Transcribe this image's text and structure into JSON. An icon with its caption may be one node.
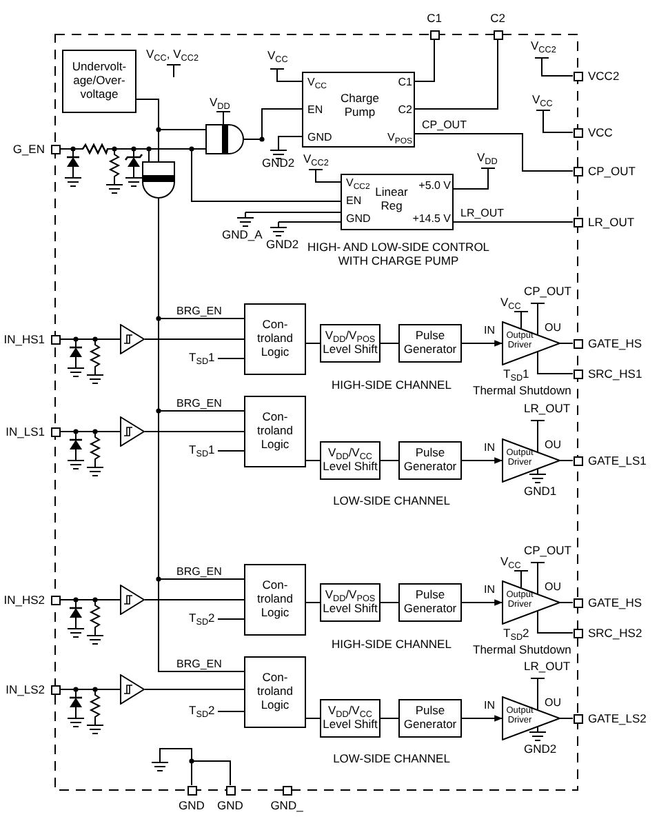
{
  "diagram": {
    "nodes": [
      {
        "text": [
          "Undervolt- age/Over- voltage"
        ]
      },
      {
        "text": [
          "Charge Pump",
          "V$_{CC}$",
          "EN",
          "GND",
          "C1",
          "C2",
          "V$_{POS}$"
        ]
      },
      {
        "text": [
          "Linear Reg",
          "V$_{CC2}$",
          "EN",
          "GND",
          "+5.0 V",
          "+14.5 V"
        ]
      },
      {
        "text": [],
        "shape": "gate"
      },
      {
        "text": [],
        "shape": "gate"
      },
      {
        "text": [
          "G_EN"
        ]
      },
      {
        "text": [
          "C1"
        ]
      },
      {
        "text": [
          "C2"
        ]
      },
      {
        "text": [
          "VCC2"
        ]
      },
      {
        "text": [
          "VCC"
        ]
      },
      {
        "text": [
          "CP_OUT"
        ]
      },
      {
        "text": [
          "LR_OUT"
        ]
      },
      {
        "text": [
          "IN_HS1"
        ]
      },
      {
        "text": [],
        "shape": "triangle"
      },
      {
        "text": [
          "Con- troland Logic"
        ]
      },
      {
        "text": [
          "V$_{DD}$/V$_{POS}$ Level Shift"
        ]
      },
      {
        "text": [
          "Pulse Generator"
        ]
      },
      {
        "text": [
          "Output Driver",
          "IN",
          "OU"
        ]
      },
      {
        "text": [
          "GATE_HS"
        ]
      },
      {
        "text": [
          "SRC_HS1"
        ]
      },
      {
        "text": [
          "IN_LS1"
        ]
      },
      {
        "text": [],
        "shape": "triangle"
      },
      {
        "text": [
          "Con- troland Logic"
        ]
      },
      {
        "text": [
          "V$_{DD}$/V$_{CC}$ Level Shift"
        ]
      },
      {
        "text": [
          "Pulse Generator"
        ]
      },
      {
        "text": [
          "Output Driver",
          "IN",
          "OU"
        ]
      },
      {
        "text": [
          "GATE_LS1"
        ]
      },
      {
        "text": [
          "IN_HS2"
        ]
      },
      {
        "text": [],
        "shape": "triangle"
      },
      {
        "text": [
          "Con- troland Logic"
        ]
      },
      {
        "text": [
          "V$_{DD}$/V$_{POS}$ Level Shift"
        ]
      },
      {
        "text": [
          "Pulse Generator"
        ]
      },
      {
        "text": [
          "Output Driver",
          "IN",
          "OU"
        ]
      },
      {
        "text": [
          "GATE_HS"
        ]
      },
      {
        "text": [
          "SRC_HS2"
        ]
      },
      {
        "text": [
          "IN_LS2"
        ]
      },
      {
        "text": [],
        "shape": "triangle"
      },
      {
        "text": [
          "Con- troland Logic"
        ]
      },
      {
        "text": [
          "V$_{DD}$/V$_{CC}$ Level Shift"
        ]
      },
      {
        "text": [
          "Pulse Generator"
        ]
      },
      {
        "text": [
          "Output Driver",
          "IN",
          "OU"
        ]
      },
      {
        "text": [
          "GATE_LS2"
        ]
      },
      {
        "text": [
          "GND"
        ]
      },
      {
        "text": [
          "GND"
        ]
      },
      {
        "text": [
          "GND_"
        ]
      },
      {
        "text": [
          "T$_{SD}$1"
        ]
      },
      {
        "text": [
          "T$_{SD}$1"
        ]
      },
      {
        "text": [
          "T$_{SD}$2"
        ]
      },
      {
        "text": [
          "T$_{SD}$2"
        ]
      }
    ],
    "edges": [
      {
        "from": 5,
        "to": 3,
        "arrow": "none"
      },
      {
        "from": 5,
        "to": 4,
        "arrow": "none"
      },
      {
        "from": 0,
        "to": 3,
        "arrow": "none"
      },
      {
        "from": 0,
        "to": 4,
        "arrow": "none"
      },
      {
        "from": 3,
        "to": 1,
        "arrow": "none"
      },
      {
        "from": 5,
        "to": 2,
        "arrow": "none"
      },
      {
        "from": 1,
        "to": 6,
        "arrow": "none"
      },
      {
        "from": 1,
        "to": 7,
        "arrow": "none"
      },
      {
        "from": 1,
        "to": 10,
        "arrow": "none",
        "label": "CP_OUT"
      },
      {
        "from": 2,
        "to": 11,
        "arrow": "none",
        "label": "LR_OUT"
      },
      {
        "from": 4,
        "to": 14,
        "arrow": "none",
        "label": "BRG_EN"
      },
      {
        "from": 4,
        "to": 22,
        "arrow": "none",
        "label": "BRG_EN"
      },
      {
        "from": 4,
        "to": 29,
        "arrow": "none",
        "label": "BRG_EN"
      },
      {
        "from": 4,
        "to": 37,
        "arrow": "none",
        "label": "BRG_EN"
      },
      {
        "from": 12,
        "to": 13,
        "arrow": "none"
      },
      {
        "from": 13,
        "to": 14,
        "arrow": "none"
      },
      {
        "from": 14,
        "to": 15,
        "arrow": "none"
      },
      {
        "from": 15,
        "to": 16,
        "arrow": "none"
      },
      {
        "from": 16,
        "to": 17,
        "arrow": "to"
      },
      {
        "from": 17,
        "to": 18,
        "arrow": "none"
      },
      {
        "from": 17,
        "to": 19,
        "arrow": "none"
      },
      {
        "from": 20,
        "to": 21,
        "arrow": "none"
      },
      {
        "from": 21,
        "to": 22,
        "arrow": "none"
      },
      {
        "from": 22,
        "to": 23,
        "arrow": "none"
      },
      {
        "from": 23,
        "to": 24,
        "arrow": "none"
      },
      {
        "from": 24,
        "to": 25,
        "arrow": "to"
      },
      {
        "from": 25,
        "to": 26,
        "arrow": "none"
      },
      {
        "from": 27,
        "to": 28,
        "arrow": "none"
      },
      {
        "from": 28,
        "to": 29,
        "arrow": "none"
      },
      {
        "from": 29,
        "to": 30,
        "arrow": "none"
      },
      {
        "from": 30,
        "to": 31,
        "arrow": "none"
      },
      {
        "from": 31,
        "to": 32,
        "arrow": "to"
      },
      {
        "from": 32,
        "to": 33,
        "arrow": "none"
      },
      {
        "from": 32,
        "to": 34,
        "arrow": "none"
      },
      {
        "from": 35,
        "to": 36,
        "arrow": "none"
      },
      {
        "from": 36,
        "to": 37,
        "arrow": "none"
      },
      {
        "from": 37,
        "to": 38,
        "arrow": "none"
      },
      {
        "from": 38,
        "to": 39,
        "arrow": "none"
      },
      {
        "from": 39,
        "to": 40,
        "arrow": "to"
      },
      {
        "from": 40,
        "to": 41,
        "arrow": "none"
      },
      {
        "from": 42,
        "to": 43,
        "arrow": "none"
      },
      {
        "from": 45,
        "to": 14,
        "arrow": "none"
      },
      {
        "from": 46,
        "to": 22,
        "arrow": "none"
      },
      {
        "from": 47,
        "to": 29,
        "arrow": "none"
      },
      {
        "from": 48,
        "to": 37,
        "arrow": "none"
      }
    ],
    "labels": [
      "V$_{CC}$, V$_{CC2}$",
      "V$_{CC}$",
      "V$_{CC2}$",
      "V$_{DD}$",
      "V$_{CC}$",
      "GND2",
      "V$_{CC2}$",
      "V$_{DD}$",
      "GND_A",
      "GND2",
      "HIGH- AND LOW-SIDE CONTROL WITH CHARGE PUMP",
      "CP_OUT",
      "V$_{CC}$",
      "T$_{SD}$1",
      "HIGH-SIDE CHANNEL",
      "Thermal Shutdown",
      "LR_OUT",
      "GND1",
      "LOW-SIDE CHANNEL",
      "CP_OUT",
      "V$_{CC}$",
      "T$_{SD}$2",
      "HIGH-SIDE CHANNEL",
      "Thermal Shutdown",
      "LR_OUT",
      "GND2",
      "LOW-SIDE CHANNEL"
    ]
  }
}
